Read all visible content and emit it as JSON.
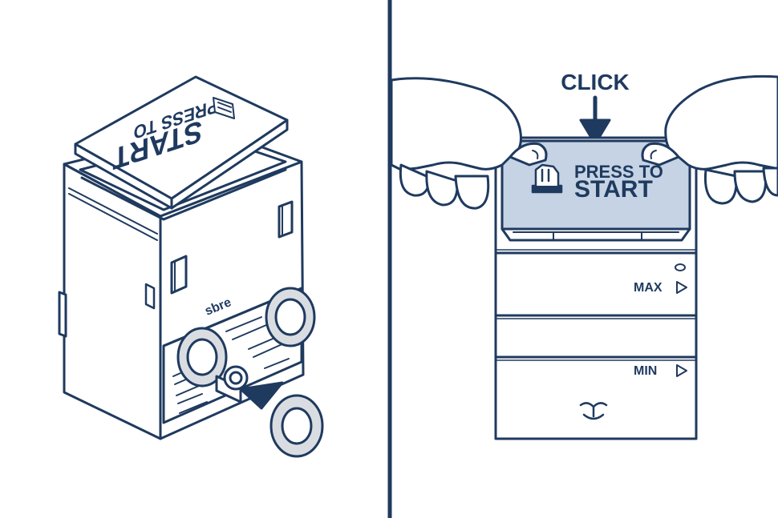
{
  "colors": {
    "ink": "#1f3a5f",
    "paper": "#ffffff",
    "highlight": "#c5d3e4",
    "knob": "#d9dde2"
  },
  "left_panel": {
    "lid_text_line1": "PRESS TO",
    "lid_text_line2": "START",
    "brand_text": "sbre"
  },
  "right_panel": {
    "click_label": "CLICK",
    "press_text_line1": "PRESS TO",
    "press_text_line2": "START",
    "max_label": "MAX",
    "min_label": "MIN"
  },
  "icons": [
    "hand-press-icon",
    "down-arrow-icon",
    "right-triangle-icon",
    "whale-tail-icon",
    "ring-knob-icon"
  ]
}
